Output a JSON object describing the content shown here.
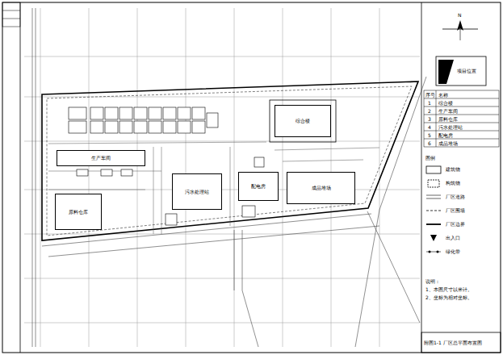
{
  "diagram": {
    "title": "附图1-1 厂区总平面布置图",
    "nodes": [
      {
        "text": [
          "综合楼"
        ]
      },
      {
        "text": [
          "生产车间"
        ]
      },
      {
        "text": [
          "原料仓库"
        ]
      },
      {
        "text": [
          "污水处理站"
        ]
      },
      {
        "text": [
          "配电房"
        ]
      },
      {
        "text": [
          "成品堆场"
        ]
      }
    ],
    "labels": [
      "N",
      "项目位置",
      "序号",
      "名称",
      "1",
      "综合楼",
      "2",
      "生产车间",
      "3",
      "原料仓库",
      "4",
      "污水处理站",
      "5",
      "配电房",
      "6",
      "成品堆场",
      "图例",
      "说明：",
      "1、本图尺寸以米计。",
      "2、坐标为相对坐标。"
    ],
    "legend": [
      {
        "text": "建筑物"
      },
      {
        "text": "构筑物"
      },
      {
        "text": "厂区道路"
      },
      {
        "text": "厂区围墙"
      },
      {
        "text": "厂区边界"
      },
      {
        "text": "出入口"
      },
      {
        "text": "绿化带"
      }
    ]
  }
}
